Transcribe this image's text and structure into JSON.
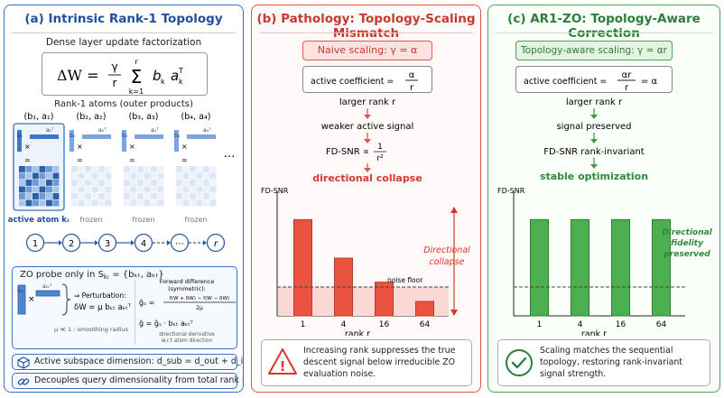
{
  "panel_a": {
    "title": "(a) Intrinsic Rank-1 Topology",
    "subtitle": "Dense layer update factorization",
    "formula_lhs": "ΔW =",
    "formula_frac_num": "γ",
    "formula_frac_den": "r",
    "formula_sum_top": "r",
    "formula_sum_bottom": "k=1",
    "formula_term": "b",
    "formula_term_sub": "k",
    "formula_term2": "a",
    "formula_term2_sub": "k",
    "formula_term2_sup": "T",
    "atoms_label": "Rank-1 atoms (outer products)",
    "atoms": [
      {
        "label": "(b₁, a₁)",
        "b": "b₁",
        "a": "a₁ᵀ",
        "status": "active atom kₜ"
      },
      {
        "label": "(b₂, a₂)",
        "b": "b₂",
        "a": "a₂ᵀ",
        "status": "frozen"
      },
      {
        "label": "(b₃, a₃)",
        "b": "b₃",
        "a": "a₃ᵀ",
        "status": "frozen"
      },
      {
        "label": "(b₄, a₄)",
        "b": "b₄",
        "a": "a₄ᵀ",
        "status": "frozen"
      }
    ],
    "ellipsis": "…",
    "times_sym": "×",
    "equals_sym": "=",
    "chain": [
      "1",
      "2",
      "3",
      "4",
      "⋯",
      "r"
    ],
    "zo_title": "ZO probe only in S",
    "zo_title_sub": "kₜ",
    "zo_title_set": " = {bₖₜ, aₖₜ}",
    "zo_b": "bₖₜ",
    "zo_a": "aₖₜᵀ",
    "perturb_label": "⇒ Perturbation:",
    "perturb_formula": "δW = μ bₖₜ aₖₜᵀ",
    "mu_note": "μ ≪ 1 : smoothing radius",
    "fd_title": "Forward difference",
    "fd_title2": "(symmetric):",
    "fd_lhs": "ĝₛ =",
    "fd_num": "f(W + δW) − f(W − δW)",
    "fd_den": "2μ",
    "grad_formula": "ĝ = ĝₛ · bₖₜ aₖₜᵀ",
    "grad_note": "directional derivative",
    "grad_note2": "w.r.t atom direction",
    "info1": "Active subspace dimension:  d_sub = d_out + d_in",
    "info2": "Decouples query dimensionality from total rank r"
  },
  "panel_b": {
    "title": "(b) Pathology: Topology-Scaling Mismatch",
    "scaling": "Naive scaling:  γ = α",
    "coef_label": "active coefficient =",
    "coef_num": "α",
    "coef_den": "r",
    "steps": [
      "larger rank r",
      "weaker active signal"
    ],
    "snr_lhs": "FD-SNR ∝",
    "snr_num": "1",
    "snr_den": "r²",
    "outcome": "directional collapse",
    "ylabel": "FD-SNR",
    "xlabel": "rank r",
    "noise_label": "noise floor",
    "side_label": "Directional collapse",
    "side_line1": "Directional",
    "side_line2": "collapse",
    "note": "Increasing rank suppresses the true descent signal below irreducible ZO evaluation noise.",
    "note_lines": [
      "Increasing rank suppresses the true",
      "descent signal below irreducible ZO",
      "evaluation noise."
    ],
    "warn_icon": "!",
    "color": "#e8543f"
  },
  "panel_c": {
    "title": "(c) AR1-ZO: Topology-Aware Correction",
    "scaling": "Topology-aware scaling:  γ = αr",
    "coef_label": "active coefficient =",
    "coef_num": "αr",
    "coef_den": "r",
    "coef_rhs": "= α",
    "steps": [
      "larger rank r",
      "signal preserved",
      "FD-SNR rank-invariant"
    ],
    "outcome": "stable optimization",
    "ylabel": "FD-SNR",
    "xlabel": "rank r",
    "side_line1": "Directional",
    "side_line2": "fidelity",
    "side_line3": "preserved",
    "note_lines": [
      "Scaling matches the sequential",
      "topology, restoring rank-invariant",
      "signal strength."
    ],
    "color": "#4caf50"
  },
  "chart_data": [
    {
      "type": "bar",
      "title": "",
      "ylabel": "FD-SNR",
      "xlabel": "rank r",
      "categories": [
        "1",
        "4",
        "16",
        "64"
      ],
      "values": [
        1.0,
        0.6,
        0.35,
        0.15
      ],
      "noise_floor": 0.3,
      "ylim": [
        0,
        1.2
      ],
      "color": "#e8543f"
    },
    {
      "type": "bar",
      "title": "",
      "ylabel": "FD-SNR",
      "xlabel": "rank r",
      "categories": [
        "1",
        "4",
        "16",
        "64"
      ],
      "values": [
        1.0,
        1.0,
        1.0,
        1.0
      ],
      "baseline": 0.3,
      "ylim": [
        0,
        1.2
      ],
      "color": "#4caf50"
    }
  ]
}
